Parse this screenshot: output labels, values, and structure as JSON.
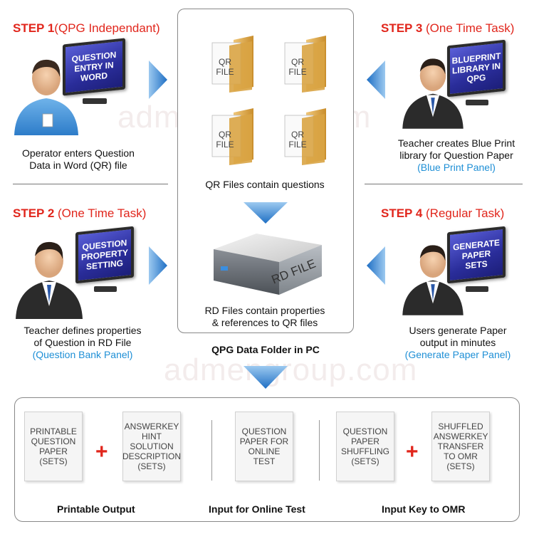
{
  "steps": {
    "step1": {
      "num": "STEP 1",
      "note": "(QPG Independant)",
      "screen": "QUESTION ENTRY IN WORD",
      "caption1": "Operator enters Question",
      "caption2": "Data in Word (QR) file"
    },
    "step2": {
      "num": "STEP 2",
      "note": " (One Time Task)",
      "screen": "QUESTION PROPERTY SETTING",
      "caption1": "Teacher defines properties",
      "caption2": "of Question in RD File",
      "panel": "(Question Bank Panel)"
    },
    "step3": {
      "num": "STEP 3",
      "note": " (One Time Task)",
      "screen": "BLUEPRINT LIBRARY IN QPG",
      "caption1": "Teacher creates Blue Print",
      "caption2": "library for Question Paper",
      "panel": "(Blue Print Panel)"
    },
    "step4": {
      "num": "STEP 4",
      "note": " (Regular Task)",
      "screen": "GENERATE PAPER SETS",
      "caption1": "Users generate Paper",
      "caption2": "output in minutes",
      "panel": "(Generate Paper Panel)"
    }
  },
  "center": {
    "folders": [
      "QR FILE",
      "QR FILE",
      "QR FILE",
      "QR FILE"
    ],
    "qr_caption": "QR Files contain questions",
    "rd_label": "RD FILE",
    "rd_caption1": "RD Files contain properties",
    "rd_caption2": "& references to QR files",
    "folder_title": "QPG Data Folder in PC"
  },
  "watermark": "admengroup.com",
  "outputs": {
    "paper1": "PRINTABLE QUESTION PAPER (SETS)",
    "paper2": "ANSWERKEY HINT SOLUTION DESCRIPTION (SETS)",
    "paper3": "QUESTION PAPER FOR ONLINE TEST",
    "paper4": "QUESTION PAPER SHUFFLING (SETS)",
    "paper5": "SHUFFLED ANSWERKEY TRANSFER TO OMR (SETS)",
    "plus": "+",
    "label1": "Printable Output",
    "label2": "Input for Online Test",
    "label3": "Input Key to OMR"
  },
  "colors": {
    "step_red": "#e1261c",
    "panel_blue": "#1e8fd6",
    "arrow_blue": "#2a7fd4",
    "screen_blue": "#2a2d9a"
  }
}
